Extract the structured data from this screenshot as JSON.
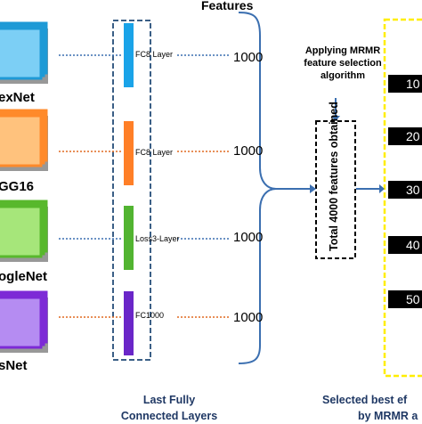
{
  "header": {
    "features": "Features"
  },
  "networks": [
    {
      "label": "exNet",
      "layer": "FC8 Layer",
      "count": "1000",
      "color": "#1e9ad6",
      "light": "#7ccff5",
      "dots": "#3a6fb0"
    },
    {
      "label": "GG16",
      "layer": "FC8 Layer",
      "count": "1000",
      "color": "#ff8a2a",
      "light": "#ffc27d",
      "dots": "#e06a20"
    },
    {
      "label": "ogleNet",
      "layer": "Loss3-Layer",
      "count": "1000",
      "color": "#58b82c",
      "light": "#a6e67a",
      "dots": "#3a6fb0"
    },
    {
      "label": "sNet",
      "layer": "FC1000",
      "count": "1000",
      "color": "#7d2ad6",
      "light": "#b58cf2",
      "dots": "#e06a20"
    }
  ],
  "mrmr": {
    "lines": [
      "Applying MRMR",
      "feature selection",
      "algorithm"
    ]
  },
  "total": {
    "label": "Total 4000 features obtained"
  },
  "selected": [
    "10",
    "20",
    "30",
    "40",
    "50"
  ],
  "captions": {
    "layers": [
      "Last Fully",
      "Connected Layers"
    ],
    "selected": [
      "Selected best ef",
      "by MRMR a"
    ]
  },
  "colors": {
    "dashed_box": "#3b5f86",
    "layer_strip": "#1e9ad6",
    "yellow_box": "#ffee00"
  }
}
